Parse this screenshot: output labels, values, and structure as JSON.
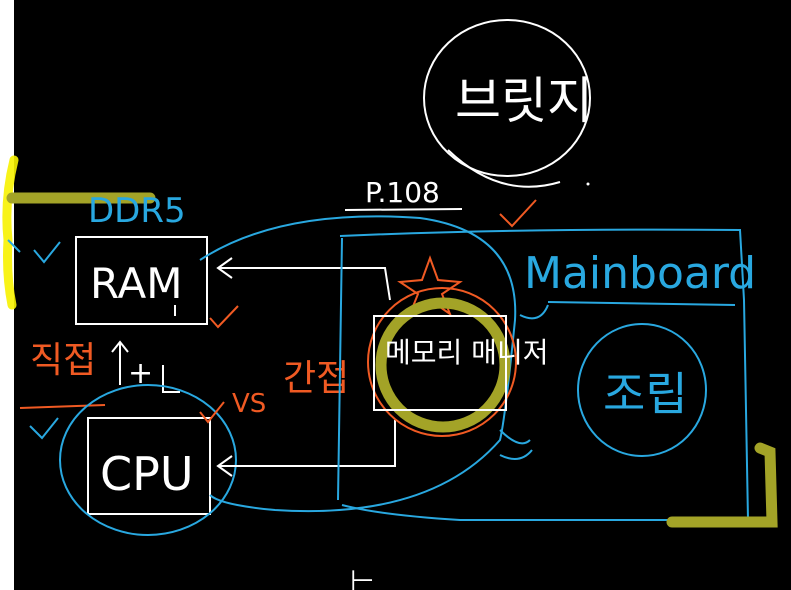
{
  "colors": {
    "background": "#000000",
    "white_ink": "#ffffff",
    "blue_ink": "#29a8e0",
    "orange_ink": "#f05a23",
    "olive_highlight": "#a3a327",
    "yellow_marker": "#f7f200"
  },
  "labels": {
    "bridge": "브릿지",
    "page_ref": "P.108",
    "ddr": "DDR5",
    "ram": "RAM",
    "cpu": "CPU",
    "memory_controller": "메모리 매니저",
    "mainboard": "Mainboard",
    "assembly": "조립",
    "direct": "직접",
    "indirect": "간접",
    "versus": "VS",
    "cursor_mark": "⊢"
  },
  "icons": {
    "star": "star-icon",
    "checkmarks": [
      "check-icon"
    ]
  }
}
